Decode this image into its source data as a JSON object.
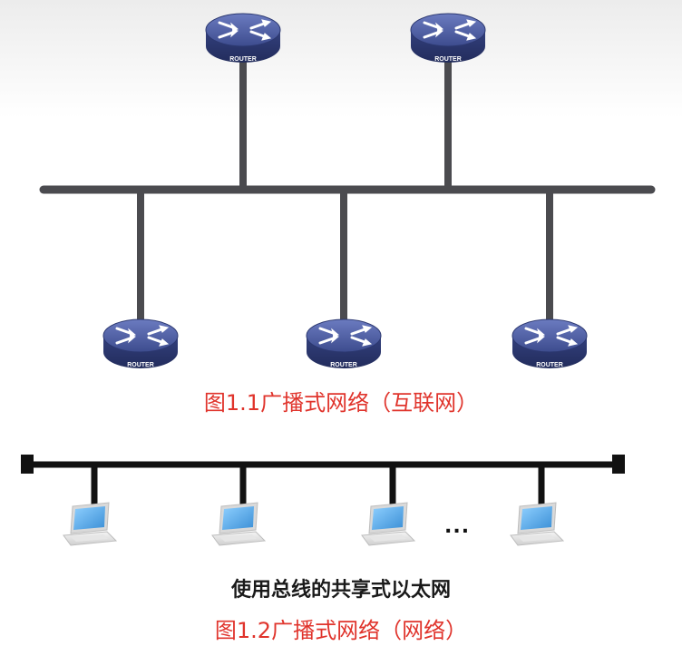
{
  "figure1": {
    "router_label": "ROUTER",
    "caption": "图1.1广播式网络（互联网）"
  },
  "figure2": {
    "ellipsis": "...",
    "subtitle": "使用总线的共享式以太网",
    "caption": "图1.2广播式网络（网络）"
  },
  "colors": {
    "router_top": "#4a5a9c",
    "router_side": "#2c3870",
    "bus_line_1": "#4b4b4f",
    "bus_line_2": "#111111",
    "laptop_screen": "#5aaee8",
    "caption": "#e0342c"
  },
  "icons": [
    "router-icon",
    "laptop-icon"
  ]
}
